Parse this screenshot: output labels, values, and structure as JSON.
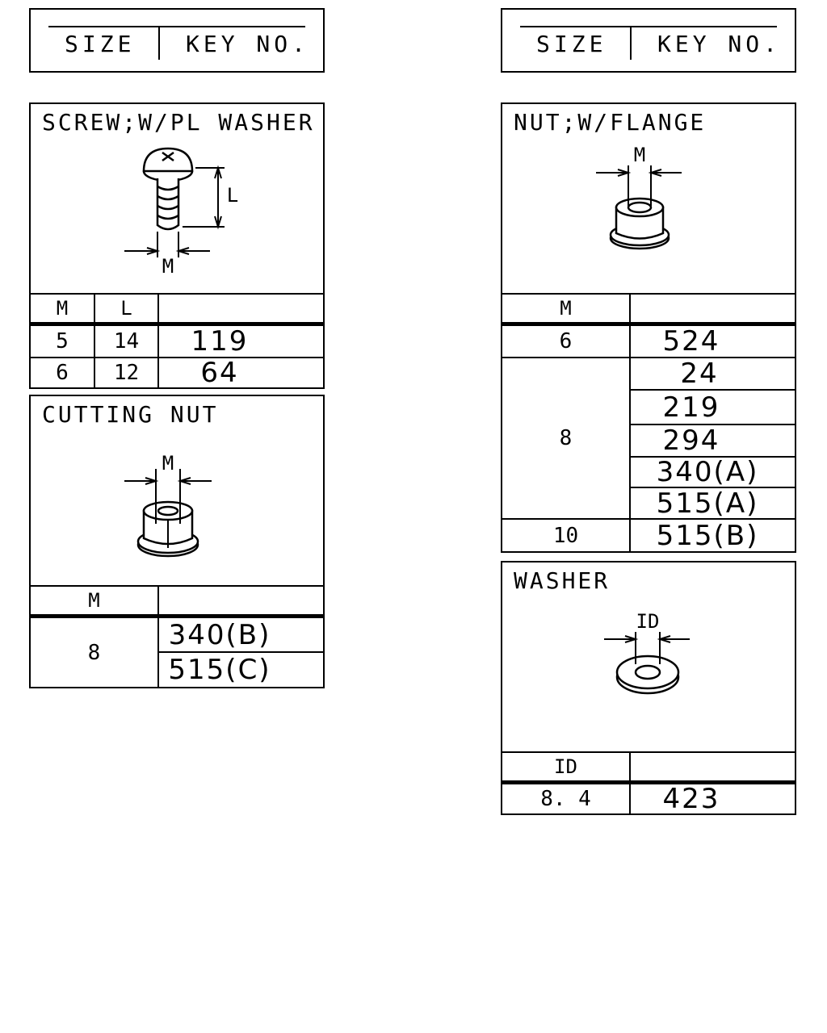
{
  "legend_left": {
    "size_label": "SIZE",
    "key_label": "KEY NO."
  },
  "legend_right": {
    "size_label": "SIZE",
    "key_label": "KEY NO."
  },
  "screw": {
    "title": "SCREW;W/PL WASHER",
    "dim_length": "L",
    "dim_thread": "M",
    "headers": {
      "m": "M",
      "l": "L"
    },
    "rows": [
      {
        "m": "5",
        "l": "14",
        "key": "119"
      },
      {
        "m": "6",
        "l": "12",
        "key": "64"
      }
    ]
  },
  "cutting_nut": {
    "title": "CUTTING NUT",
    "dim_thread": "M",
    "headers": {
      "m": "M"
    },
    "size": "8",
    "keys": [
      "340(B)",
      "515(C)"
    ]
  },
  "flange_nut": {
    "title": "NUT;W/FLANGE",
    "dim_thread": "M",
    "headers": {
      "m": "M"
    },
    "rows": [
      {
        "m": "6",
        "keys": [
          "524"
        ]
      },
      {
        "m": "8",
        "keys": [
          "24",
          "219",
          "294",
          "340(A)",
          "515(A)"
        ]
      },
      {
        "m": "10",
        "keys": [
          "515(B)"
        ]
      }
    ]
  },
  "washer": {
    "title": "WASHER",
    "dim_id": "ID",
    "headers": {
      "id": "ID"
    },
    "rows": [
      {
        "id": "8. 4",
        "key": "423"
      }
    ]
  }
}
